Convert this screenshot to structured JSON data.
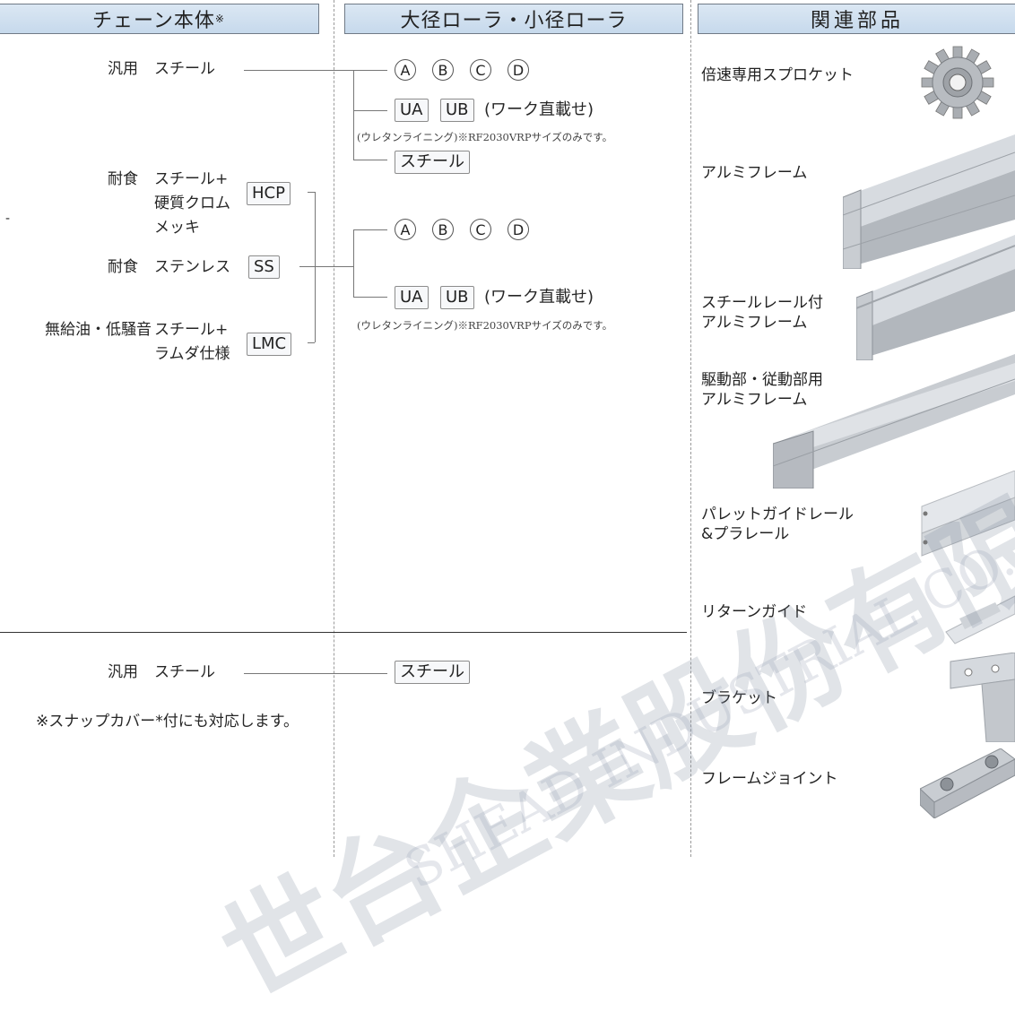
{
  "headers": {
    "chain": "チェーン本体",
    "chain_mark": "※",
    "roller": "大径ローラ・小径ローラ",
    "parts": "関連部品"
  },
  "chain_section": {
    "general_type": "汎用",
    "general_material": "スチール",
    "corrosion1_type": "耐食",
    "corrosion1_line1": "スチール+",
    "corrosion1_line2": "硬質クロム",
    "corrosion1_line3": "メッキ",
    "corrosion1_code": "HCP",
    "corrosion2_type": "耐食",
    "corrosion2_material": "ステンレス",
    "corrosion2_code": "SS",
    "lmc_type": "無給油・低騒音",
    "lmc_line1": "スチール+",
    "lmc_line2": "ラムダ仕様",
    "lmc_code": "LMC",
    "dash": "-"
  },
  "roller_section": {
    "circles": [
      "A",
      "B",
      "C",
      "D"
    ],
    "ua": "UA",
    "ub": "UB",
    "direct": "(ワーク直載せ)",
    "note": "(ウレタンライニング)※RF2030VRPサイズのみです。",
    "steel": "スチール"
  },
  "lower_section": {
    "general_type": "汎用",
    "general_material": "スチール",
    "snap_note": "※スナップカバー*付にも対応します。",
    "roller_steel": "スチール"
  },
  "parts": [
    {
      "label_line1": "倍速専用スプロケット",
      "label_line2": ""
    },
    {
      "label_line1": "アルミフレーム",
      "label_line2": ""
    },
    {
      "label_line1": "スチールレール付",
      "label_line2": "アルミフレーム"
    },
    {
      "label_line1": "駆動部・従動部用",
      "label_line2": "アルミフレーム"
    },
    {
      "label_line1": "パレットガイドレール",
      "label_line2": "&プラレール"
    },
    {
      "label_line1": "リターンガイド",
      "label_line2": ""
    },
    {
      "label_line1": "ブラケット",
      "label_line2": ""
    },
    {
      "label_line1": "フレームジョイント",
      "label_line2": ""
    }
  ],
  "watermark": {
    "chinese": "世台企業股份有限公司",
    "english": "SHEAD INDUSTRIAL CO., LTD."
  }
}
